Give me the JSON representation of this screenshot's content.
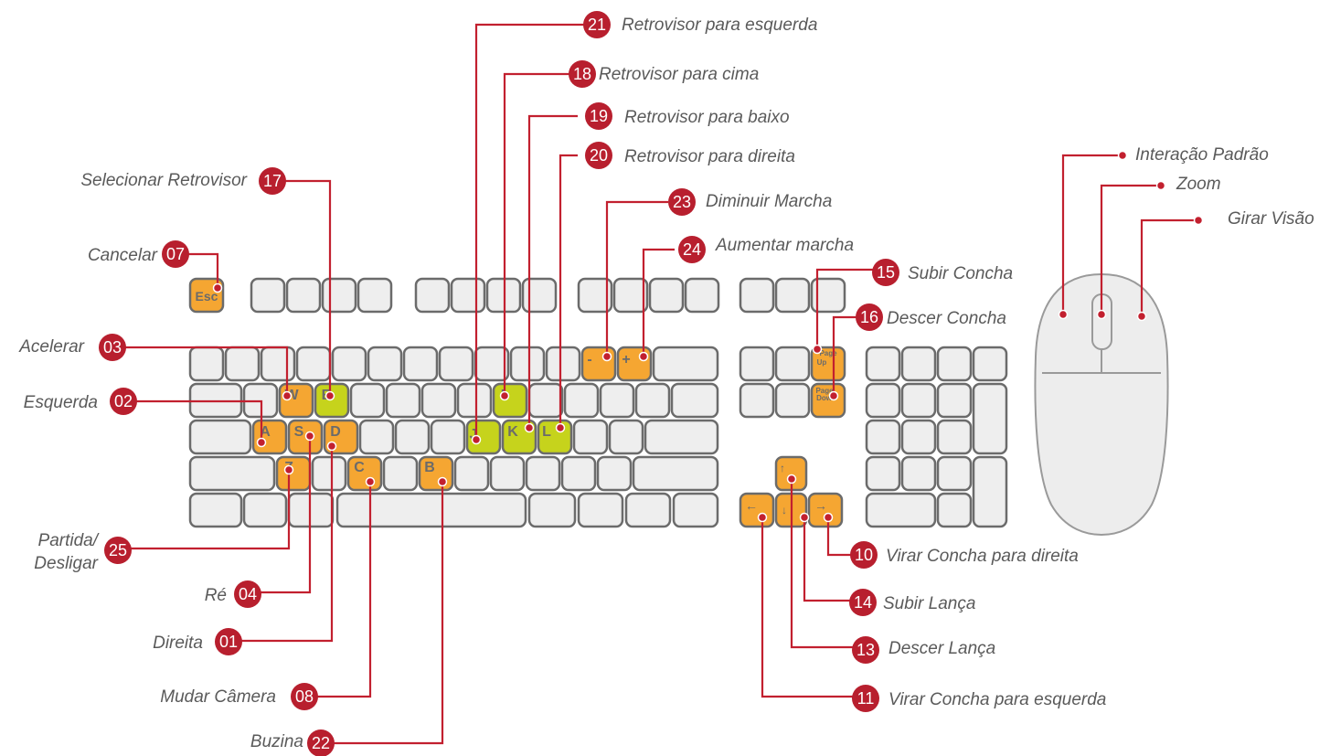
{
  "colors": {
    "badge": "#b81f2e",
    "line": "#c2202f",
    "key_orange": "#f5a632",
    "key_green": "#c6d31c",
    "key_gray": "#eeeeee",
    "key_border": "#6b6b6b",
    "label": "#5a5a5a"
  },
  "keys": {
    "esc": "Esc",
    "w": "W",
    "e": "E",
    "i": "I",
    "a": "A",
    "s": "S",
    "d": "D",
    "j": "J",
    "k": "K",
    "l": "L",
    "z": "Z",
    "c": "C",
    "b": "B",
    "minus": "-",
    "plus": "+",
    "pgup_1": "Page",
    "pgup_2": "Up",
    "pgdn_1": "Page",
    "pgdn_2": "Down",
    "arrow_up": "↑",
    "arrow_down": "↓",
    "arrow_left": "←",
    "arrow_right": "→"
  },
  "callouts": {
    "c21": {
      "num": "21",
      "label": "Retrovisor para esquerda"
    },
    "c18": {
      "num": "18",
      "label": "Retrovisor para cima"
    },
    "c19": {
      "num": "19",
      "label": "Retrovisor para baixo"
    },
    "c20": {
      "num": "20",
      "label": "Retrovisor para direita"
    },
    "c17": {
      "num": "17",
      "label": "Selecionar Retrovisor"
    },
    "c23": {
      "num": "23",
      "label": "Diminuir Marcha"
    },
    "c24": {
      "num": "24",
      "label": "Aumentar marcha"
    },
    "c07": {
      "num": "07",
      "label": "Cancelar"
    },
    "c15": {
      "num": "15",
      "label": "Subir Concha"
    },
    "c16": {
      "num": "16",
      "label": "Descer Concha"
    },
    "c03": {
      "num": "03",
      "label": "Acelerar"
    },
    "c02": {
      "num": "02",
      "label": "Esquerda"
    },
    "c25": {
      "num": "25",
      "label_1": "Partida/",
      "label_2": "Desligar"
    },
    "c04": {
      "num": "04",
      "label": "Ré"
    },
    "c01": {
      "num": "01",
      "label": "Direita"
    },
    "c08": {
      "num": "08",
      "label": "Mudar Câmera"
    },
    "c22": {
      "num": "22",
      "label": "Buzina"
    },
    "c10": {
      "num": "10",
      "label": "Virar Concha para direita"
    },
    "c14": {
      "num": "14",
      "label": "Subir Lança"
    },
    "c13": {
      "num": "13",
      "label": "Descer Lança"
    },
    "c11": {
      "num": "11",
      "label": "Virar Concha para esquerda"
    }
  },
  "mouse": {
    "left": "Interação Padrão",
    "wheel": "Zoom",
    "right": "Girar Visão"
  }
}
